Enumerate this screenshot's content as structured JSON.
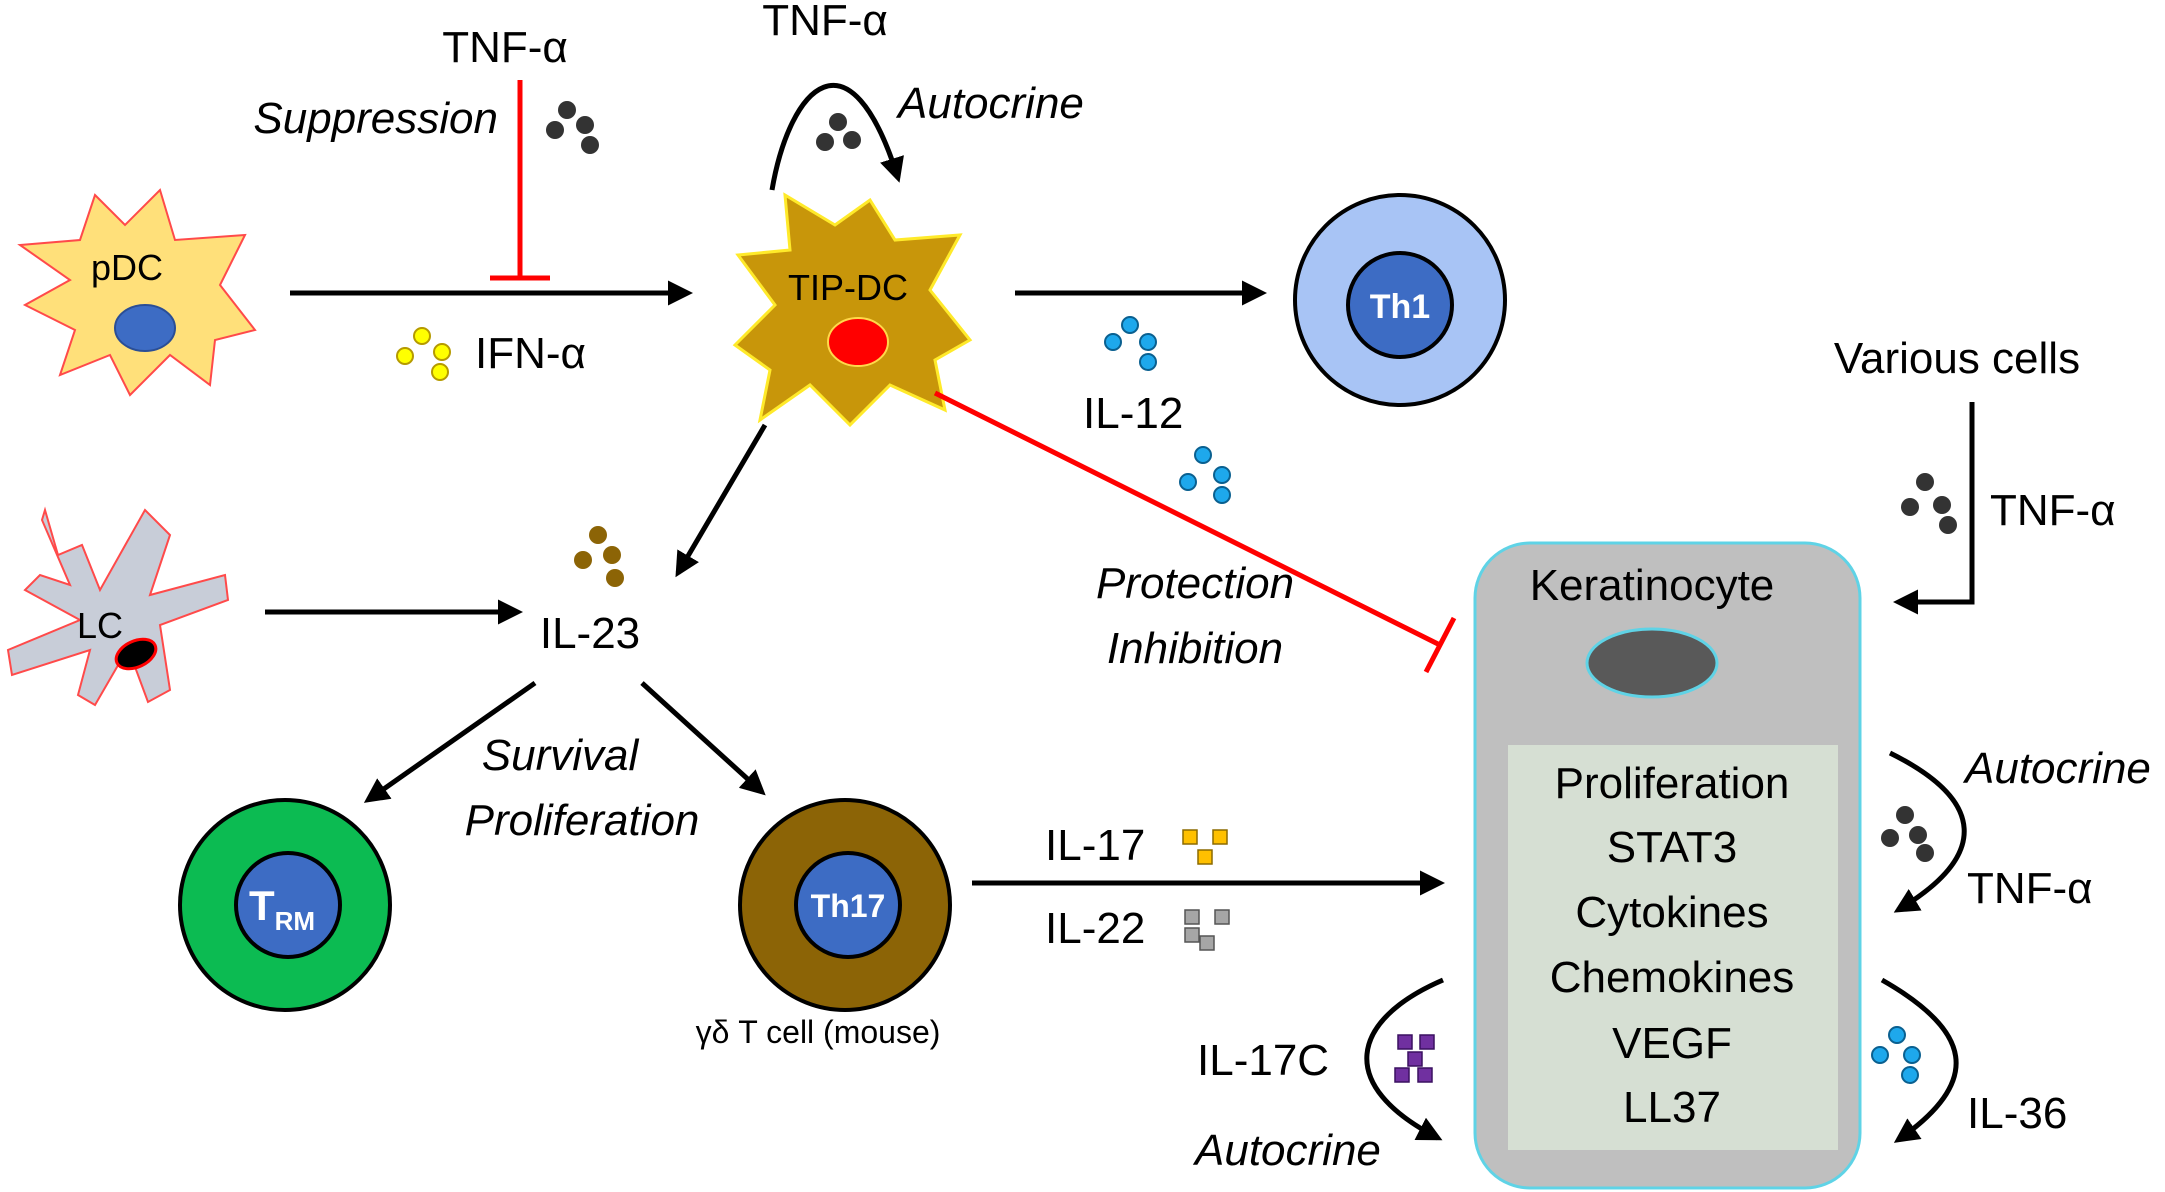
{
  "diagram": {
    "cells": {
      "pdc": "pDC",
      "tipdc": "TIP-DC",
      "lc": "LC",
      "th1": "Th1",
      "trm_main": "T",
      "trm_sub": "RM",
      "th17": "Th17",
      "th17_caption": "γδ T cell (mouse)",
      "keratinocyte": "Keratinocyte",
      "various_cells": "Various cells"
    },
    "keratinocyte_effects": [
      "Proliferation",
      "STAT3",
      "Cytokines",
      "Chemokines",
      "VEGF",
      "LL37"
    ],
    "labels": {
      "tnf_top_left": "TNF-α",
      "suppression": "Suppression",
      "tnf_top": "TNF-α",
      "autocrine_top": "Autocrine",
      "ifn": "IFN-α",
      "il12": "IL-12",
      "il23": "IL-23",
      "protection": "Protection",
      "inhibition": "Inhibition",
      "survival": "Survival",
      "proliferation": "Proliferation",
      "il17": "IL-17",
      "il22": "IL-22",
      "il17c": "IL-17C",
      "autocrine_bottom": "Autocrine",
      "tnf_right": "TNF-α",
      "autocrine_right": "Autocrine",
      "tnf_right_lower": "TNF-α",
      "il36": "IL-36"
    },
    "colors": {
      "pdc_fill": "#ffe07a",
      "tipdc_fill": "#c8960a",
      "lc_fill": "#c8cdd8",
      "th1_fill": "#a8c4f5",
      "trm_fill": "#0cbb52",
      "th17_fill": "#8c6406",
      "nucleus_blue": "#3d6cc4",
      "nucleus_red": "#ff0000",
      "keratinocyte_fill": "#bfbfbf",
      "keratinocyte_border": "#5fd3e6",
      "effects_box": "#d6dfd3",
      "inhibition_red": "#ff0000",
      "dot_black": "#333333",
      "dot_yellow": "#ffff00",
      "dot_blue": "#1ea8ec",
      "dot_brown": "#8c6406",
      "square_yellow": "#ffc000",
      "square_gray": "#a6a6a6",
      "square_purple": "#7030a0"
    }
  }
}
